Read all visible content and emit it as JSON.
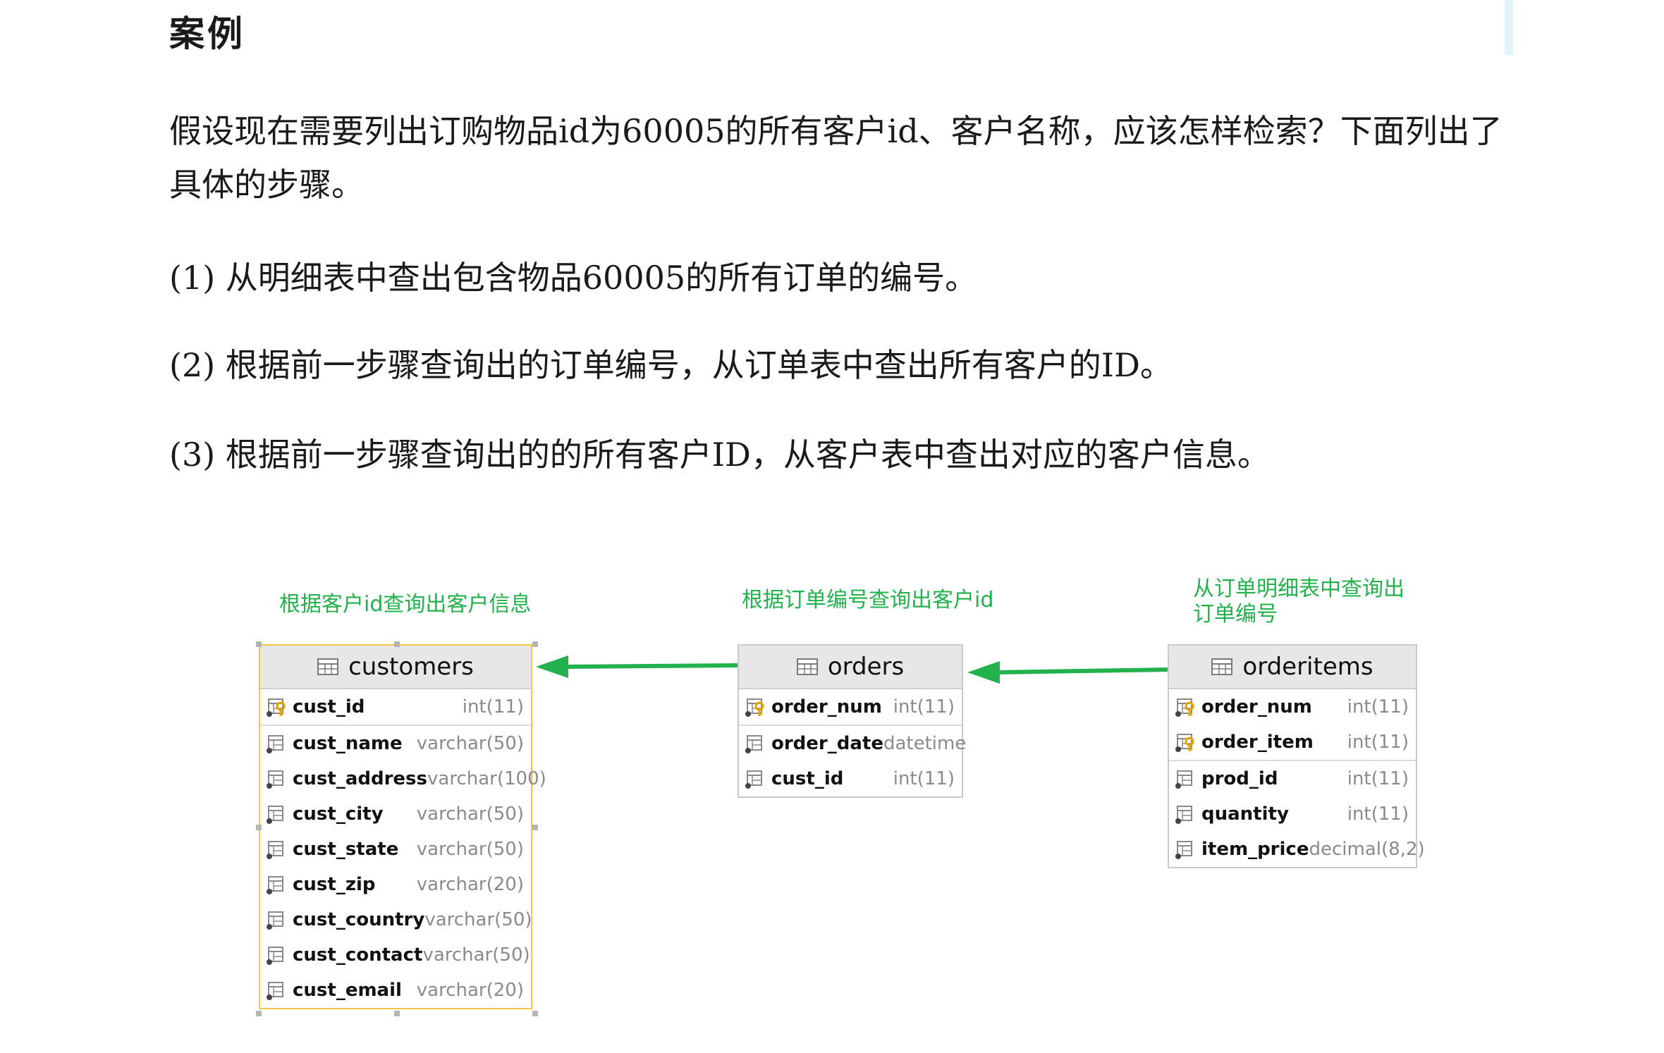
{
  "heading": "案例",
  "paragraphs": {
    "intro": "假设现在需要列出订购物品id为60005的所有客户id、客户名称，应该怎样检索？下面列出了具体的步骤。",
    "step1": "(1) 从明细表中查出包含物品60005的所有订单的编号。",
    "step2": "(2) 根据前一步骤查询出的订单编号，从订单表中查出所有客户的ID。",
    "step3": "(3) 根据前一步骤查询出的的所有客户ID，从客户表中查出对应的客户信息。"
  },
  "annotations": {
    "customers": "根据客户id查询出客户信息",
    "orders": "根据订单编号查询出客户id",
    "orderitems": "从订单明细表中查询出订单编号"
  },
  "annotation_color": "#22b14c",
  "tables": {
    "customers": {
      "name": "customers",
      "columns": [
        {
          "name": "cust_id",
          "type": "int(11)",
          "key": "primary"
        },
        {
          "name": "cust_name",
          "type": "varchar(50)",
          "key": "none"
        },
        {
          "name": "cust_address",
          "type": "varchar(100)",
          "key": "none"
        },
        {
          "name": "cust_city",
          "type": "varchar(50)",
          "key": "none"
        },
        {
          "name": "cust_state",
          "type": "varchar(50)",
          "key": "none"
        },
        {
          "name": "cust_zip",
          "type": "varchar(20)",
          "key": "none"
        },
        {
          "name": "cust_country",
          "type": "varchar(50)",
          "key": "none"
        },
        {
          "name": "cust_contact",
          "type": "varchar(50)",
          "key": "none"
        },
        {
          "name": "cust_email",
          "type": "varchar(20)",
          "key": "none"
        }
      ]
    },
    "orders": {
      "name": "orders",
      "columns": [
        {
          "name": "order_num",
          "type": "int(11)",
          "key": "primary"
        },
        {
          "name": "order_date",
          "type": "datetime",
          "key": "none"
        },
        {
          "name": "cust_id",
          "type": "int(11)",
          "key": "none"
        }
      ]
    },
    "orderitems": {
      "name": "orderitems",
      "columns": [
        {
          "name": "order_num",
          "type": "int(11)",
          "key": "primary"
        },
        {
          "name": "order_item",
          "type": "int(11)",
          "key": "primary"
        },
        {
          "name": "prod_id",
          "type": "int(11)",
          "key": "none"
        },
        {
          "name": "quantity",
          "type": "int(11)",
          "key": "none"
        },
        {
          "name": "item_price",
          "type": "decimal(8,2)",
          "key": "none"
        }
      ]
    }
  }
}
